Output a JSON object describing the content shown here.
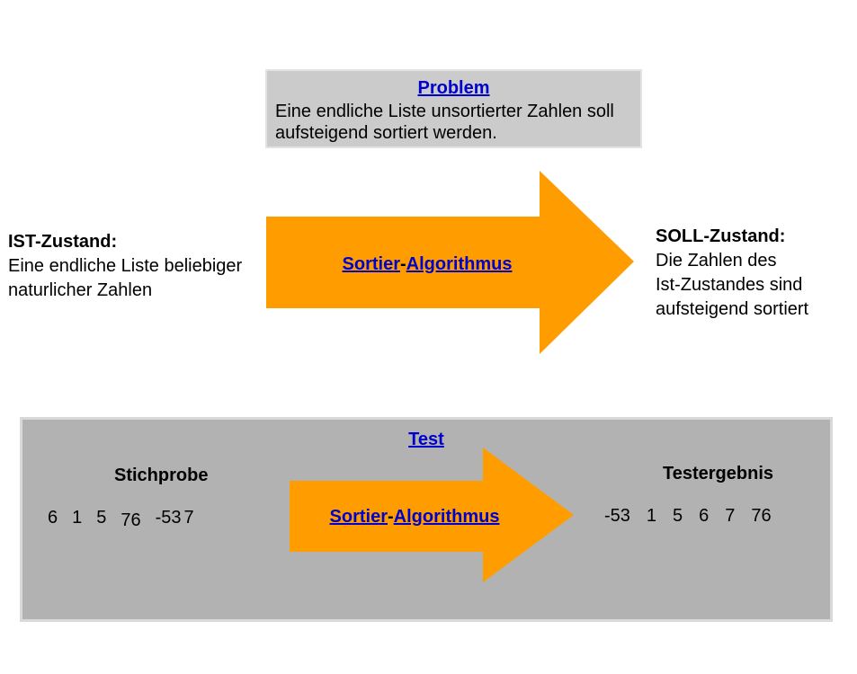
{
  "colors": {
    "orange": "#ff9d00",
    "link_blue": "#0000cc",
    "problem_box_gray": "#cbcbcb",
    "test_box_gray": "#b2b2b2",
    "text": "#000000"
  },
  "problem_box": {
    "title": "Problem",
    "body": "Eine endliche Liste unsortierter Zahlen soll aufsteigend sortiert werden."
  },
  "ist_state": {
    "title": "IST-Zustand:",
    "line1": "Eine endliche Liste beliebiger",
    "line2": "naturlicher Zahlen"
  },
  "soll_state": {
    "title": "SOLL-Zustand:",
    "line1": "Die Zahlen des",
    "line2": "Ist-Zustandes sind",
    "line3": "aufsteigend sortiert"
  },
  "main_arrow": {
    "label_left": "Sortier",
    "label_hyphen": "-",
    "label_right": "Algorithmus"
  },
  "test_section": {
    "title": "Test",
    "sample_label": "Stichprobe",
    "sample_values": [
      "6",
      "1",
      "5",
      "76",
      "-53",
      "7"
    ],
    "arrow": {
      "label_left": "Sortier",
      "label_hyphen": "-",
      "label_right": "Algorithmus"
    },
    "result_label": "Testergebnis",
    "result_values": [
      "-53",
      "1",
      "5",
      "6",
      "7",
      "76"
    ]
  }
}
